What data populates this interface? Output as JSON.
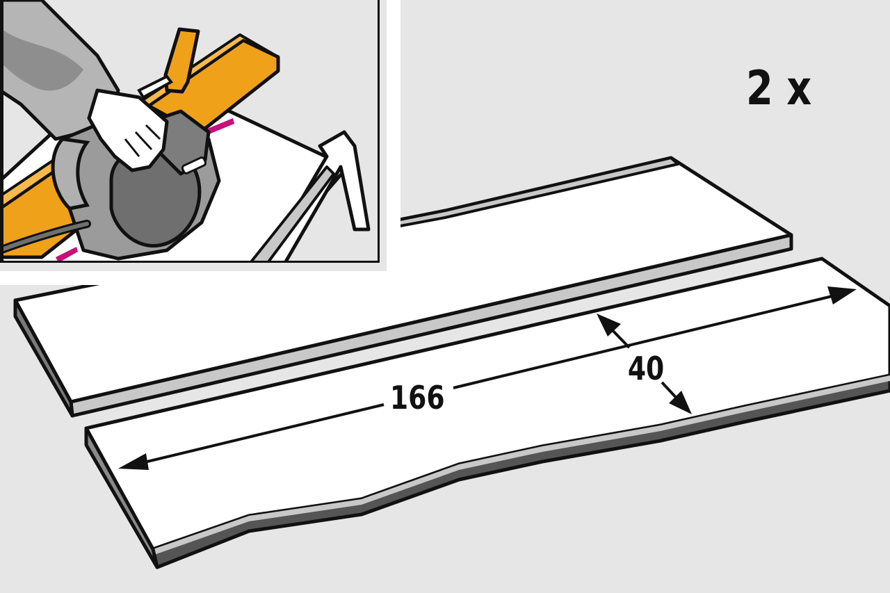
{
  "quantity_label": "2 x",
  "dimensions": {
    "length": {
      "value": 166,
      "label": "166"
    },
    "width": {
      "value": 40,
      "label": "40"
    }
  },
  "colors": {
    "background": "#e6e6e6",
    "outline": "#111111",
    "board_face": "#ffffff",
    "board_edge_light": "#c8c8c8",
    "board_edge_dark": "#7a7a7a",
    "guide_rail": "#f0a11a",
    "saw_body": "#9b9b9b",
    "saw_dark": "#6f6f6f",
    "cut_line": "#c8107a",
    "sleeve": "#b5b5b5"
  },
  "icons": {
    "inset": "circular-saw-cutting-icon"
  }
}
